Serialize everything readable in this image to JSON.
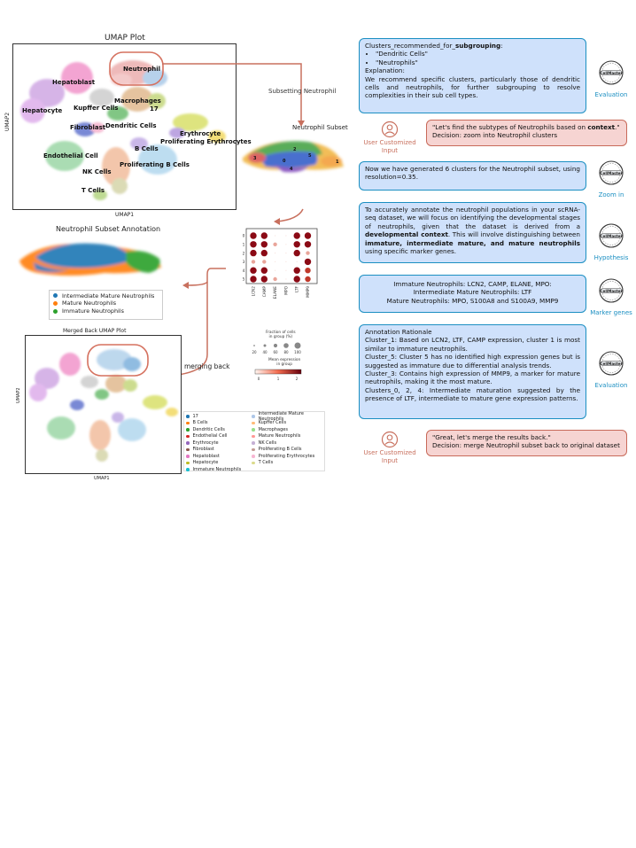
{
  "left": {
    "umap_title": "UMAP Plot",
    "umap_xlabel": "UMAP1",
    "umap_ylabel": "UMAP2",
    "cluster_labels": [
      "Neutrophil",
      "Hepatoblast",
      "Hepatocyte",
      "Kupffer Cells",
      "Macrophages",
      "17",
      "Fibroblast",
      "Dendritic Cells",
      "Erythrocyte",
      "Proliferating Erythrocytes",
      "Endothelial Cell",
      "B Cells",
      "NK Cells",
      "Proliferating B Cells",
      "T Cells"
    ],
    "subsetting_label": "Subsetting Neutrophil",
    "subset_title": "Neutrophil Subset",
    "subset_cluster_numbers": [
      "0",
      "1",
      "2",
      "3",
      "4",
      "5"
    ],
    "annotation_title": "Neutrophil Subset Annotation",
    "annotation_legend": [
      "Intermediate Mature Neutrophils",
      "Mature Neutrophils",
      "Immature Neutrophils"
    ],
    "merging_back": "merging back",
    "merged_title": "Merged Back UMAP Plot",
    "merged_xlabel": "UMAP1",
    "merged_ylabel": "UMAP2",
    "merged_legend_col1": [
      "17",
      "B Cells",
      "Dendritic Cells",
      "Endothelial Cell",
      "Erythrocyte",
      "Fibroblast",
      "Hepatoblast",
      "Hepatocyte",
      "Immature Neutrophils"
    ],
    "merged_legend_col2": [
      "Intermediate Mature Neutrophils",
      "Kupffer Cells",
      "Macrophages",
      "Mature Neutrophils",
      "NK Cells",
      "Proliferating B Cells",
      "Proliferating Erythrocytes",
      "T Cells"
    ]
  },
  "dotplot": {
    "rows": [
      "0",
      "1",
      "2",
      "3",
      "4",
      "5"
    ],
    "genes": [
      "LCN2",
      "CAMP",
      "ELANE",
      "MPO",
      "LTF",
      "MMP9"
    ],
    "fraction_title": "Fraction of cells\nin group (%)",
    "fraction_ticks": [
      "20",
      "40",
      "60",
      "80",
      "100"
    ],
    "expr_title": "Mean expression\nin group",
    "expr_ticks": [
      "0",
      "1",
      "2"
    ]
  },
  "right": {
    "box1_heading": "Clusters_recommended_for_",
    "box1_heading_bold": "subgrouping",
    "box1_heading_end": ":",
    "box1_items": [
      "\"Dendritic Cells\"",
      "\"Neutrophils\""
    ],
    "box1_expl_label": "Explanation:",
    "box1_text": "We recommend specific clusters, particularly those of dendritic cells and neutrophils, for further subgrouping to resolve complexities in their sub cell types.",
    "user1_quote_a": "\"Let's find the subtypes of Neutrophils based on ",
    "user1_quote_bold": "context",
    "user1_quote_b": ".\"",
    "user1_decision": "Decision: zoom into Neutrophil clusters",
    "box2_text": "Now we have generated 6 clusters for the Neutrophil subset, using resolution=0.35.",
    "box3_a": "To accurately annotate the neutrophil populations in your scRNA-seq dataset, we will focus on identifying the developmental stages of neutrophils, given that the dataset is derived from a ",
    "box3_bold1": "developmental context",
    "box3_b": ". This will involve distinguishing between ",
    "box3_bold2": "immature, intermediate mature, and mature neutrophils",
    "box3_c": " using specific marker genes.",
    "box4_lines": [
      "Immature Neutrophils: LCN2, CAMP, ELANE, MPO:",
      "Intermediate Mature Neutrophils: LTF",
      "Mature Neutrophils: MPO, S100A8 and S100A9, MMP9"
    ],
    "box5_title": "Annotation Rationale",
    "box5_p1": "Cluster_1: Based on LCN2, LTF, CAMP expression, cluster 1 is most similar to immature neutrophils.",
    "box5_p2": "Cluster_5: Cluster 5 has no identified high expression genes but is suggested as immature due to differential analysis trends.",
    "box5_p3": "Cluster_3: Contains high expression of MMP9, a marker for mature neutrophils, making it the most mature.",
    "box5_p4": "Clusters_0, 2, 4: Intermediate maturation suggested by the presence of LTF, intermediate to mature gene expression patterns.",
    "user2_quote": "\"Great, let's merge the results back.\"",
    "user2_decision": "Decision: merge Neutrophil subset back to original dataset",
    "cm_logo": "CellMaster",
    "captions": [
      "Evaluation",
      "Zoom in",
      "Hypothesis",
      "Marker genes",
      "Evaluation"
    ],
    "user_caption": "User Customized Input"
  },
  "colors": {
    "blue_border": "#1b8fc2",
    "blue_fill": "#cfe1fb",
    "pink_border": "#c86a5a",
    "pink_fill": "#f6d4d2",
    "arrow": "#c8705e",
    "intermediate": "#1f77b4",
    "mature": "#ff7f0e",
    "immature": "#2ca02c"
  }
}
